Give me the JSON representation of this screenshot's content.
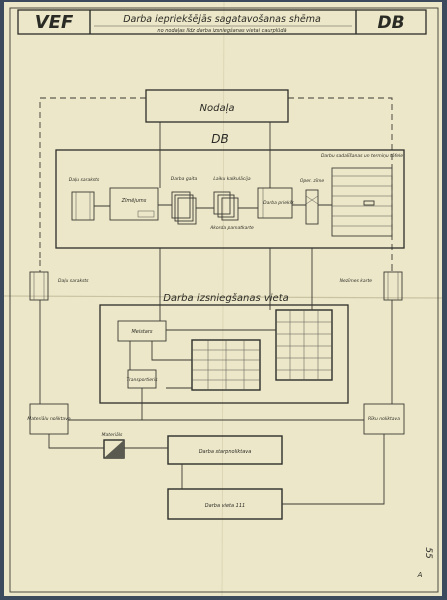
{
  "header": {
    "brand": "VEF",
    "title": "Darba iepriekšējās sagatavošanas shēma",
    "subtitle": "no nodaļas līdz darba izsniegšanas vietai caurplūdā",
    "code": "DB"
  },
  "diagram": {
    "top_box": "Nodaļa",
    "db_label": "DB",
    "db_nodes": {
      "dalu_saraksts": "Daļu saraksts",
      "zimejums": "Zīmējums",
      "darba_gaita": "Darba gaita",
      "laiku_kalkulacija": "Laiku kalkulācija",
      "akorda_pamatkarte": "Akorda pamatkarte",
      "darba_prieksr": "Darba priekšr.",
      "operacijas": "Oper. zīme",
      "darba_sadalisana": "Darbu sadalīšanas un termiņu tāfele"
    },
    "side_left": "Daļu saraksts",
    "side_right": "Nezīmes karte",
    "issue_area": "Darba izsniegšanas vieta",
    "issue_nodes": {
      "meistars": "Meistars",
      "transporteris": "Transportieris"
    },
    "bottom": {
      "materialu_noliktava": "Materiālu noliktava",
      "riku_noliktava": "Rīku noliktava",
      "materials": "Materiāls",
      "starpnoliktava": "Darba starpnoliktava",
      "darba_vieta": "Darba vieta 111"
    },
    "corner_note": "55",
    "corner_mark": "A"
  }
}
